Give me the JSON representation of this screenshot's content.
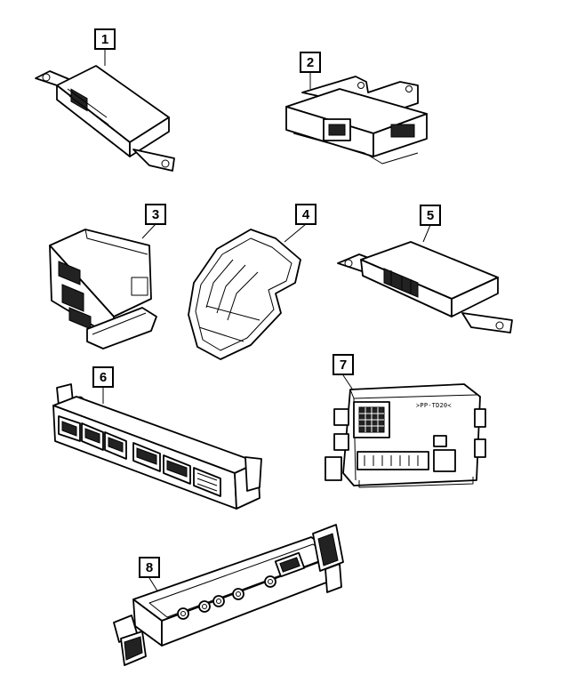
{
  "callouts": [
    {
      "id": "1",
      "label": "1"
    },
    {
      "id": "2",
      "label": "2"
    },
    {
      "id": "3",
      "label": "3"
    },
    {
      "id": "4",
      "label": "4"
    },
    {
      "id": "5",
      "label": "5"
    },
    {
      "id": "6",
      "label": "6"
    },
    {
      "id": "7",
      "label": "7"
    },
    {
      "id": "8",
      "label": "8"
    }
  ],
  "part7_stamp": "≻PP-TD20≺",
  "colors": {
    "line": "#000000",
    "background": "#ffffff",
    "connector_fill": "#222222"
  }
}
